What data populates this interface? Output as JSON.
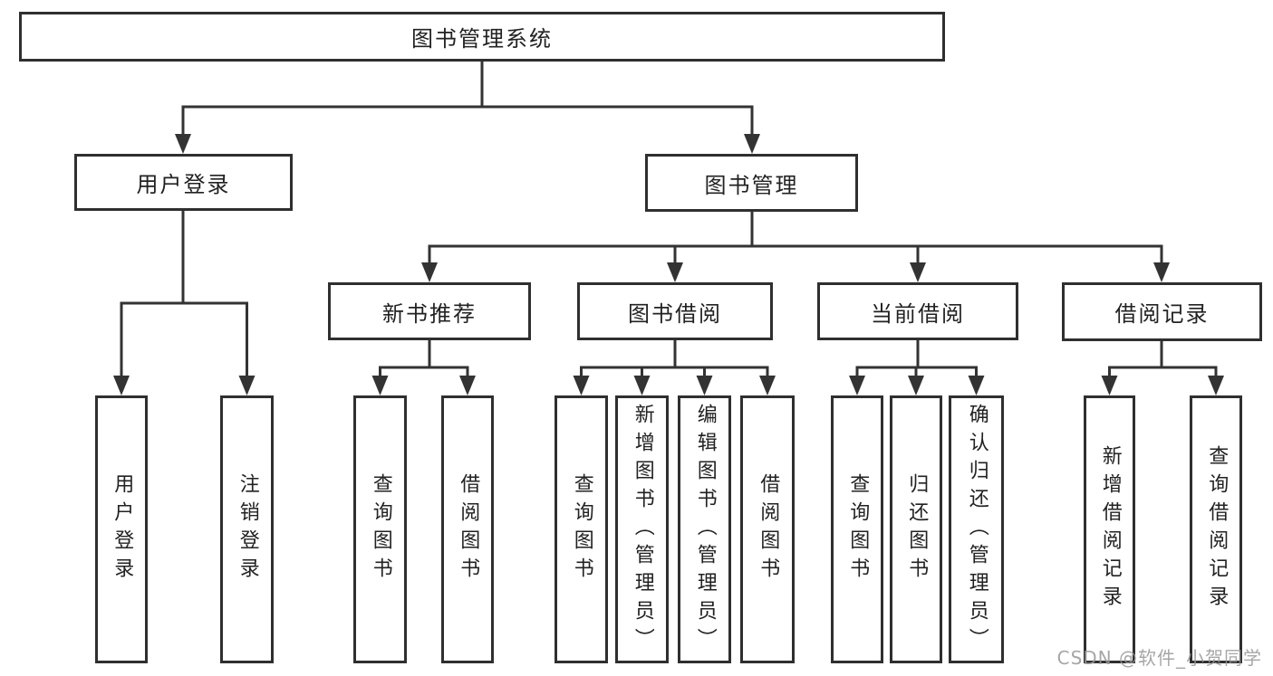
{
  "diagram": {
    "type": "hierarchy-tree",
    "root": {
      "label": "图书管理系统"
    },
    "level2": [
      {
        "id": "user-login",
        "label": "用户登录"
      },
      {
        "id": "book-management",
        "label": "图书管理"
      }
    ],
    "level3": [
      {
        "id": "new-book-recommendation",
        "parent": "图书管理",
        "label": "新书推荐"
      },
      {
        "id": "book-borrowing",
        "parent": "图书管理",
        "label": "图书借阅"
      },
      {
        "id": "current-borrowing",
        "parent": "图书管理",
        "label": "当前借阅"
      },
      {
        "id": "borrowing-records",
        "parent": "图书管理",
        "label": "借阅记录"
      }
    ],
    "leaves": [
      {
        "parent": "用户登录",
        "label": "用户登录"
      },
      {
        "parent": "用户登录",
        "label": "注销登录"
      },
      {
        "parent": "新书推荐",
        "label": "查询图书"
      },
      {
        "parent": "新书推荐",
        "label": "借阅图书"
      },
      {
        "parent": "图书借阅",
        "label": "查询图书"
      },
      {
        "parent": "图书借阅",
        "label": "新增图书（管理员）"
      },
      {
        "parent": "图书借阅",
        "label": "编辑图书（管理员）"
      },
      {
        "parent": "图书借阅",
        "label": "借阅图书"
      },
      {
        "parent": "当前借阅",
        "label": "查询图书"
      },
      {
        "parent": "当前借阅",
        "label": "归还图书"
      },
      {
        "parent": "当前借阅",
        "label": "确认归还（管理员）"
      },
      {
        "parent": "借阅记录",
        "label": "新增借阅记录"
      },
      {
        "parent": "借阅记录",
        "label": "查询借阅记录"
      }
    ]
  },
  "watermark": {
    "text": "CSDN @软件_小贺同学"
  },
  "colors": {
    "line": "#333333",
    "box_border": "#2f2f2f",
    "text": "#222222",
    "background": "#ffffff",
    "watermark": "#969696"
  }
}
